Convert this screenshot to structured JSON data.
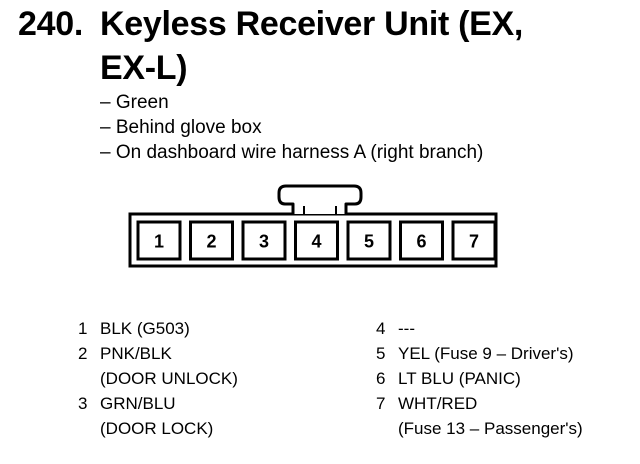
{
  "title": {
    "number": "240.",
    "text": "Keyless Receiver Unit (EX, EX-L)"
  },
  "notes": [
    "– Green",
    "– Behind glove box",
    "– On dashboard wire harness A (right branch)"
  ],
  "connector": {
    "pins": [
      "1",
      "2",
      "3",
      "4",
      "5",
      "6",
      "7"
    ]
  },
  "pin_assignments": {
    "left": [
      {
        "pin": "1",
        "wire": "BLK (G503)",
        "detail": ""
      },
      {
        "pin": "2",
        "wire": "PNK/BLK",
        "detail": "(DOOR UNLOCK)"
      },
      {
        "pin": "3",
        "wire": "GRN/BLU",
        "detail": "(DOOR LOCK)"
      }
    ],
    "right": [
      {
        "pin": "4",
        "wire": "---",
        "detail": ""
      },
      {
        "pin": "5",
        "wire": "YEL (Fuse 9 – Driver's)",
        "detail": ""
      },
      {
        "pin": "6",
        "wire": "LT BLU (PANIC)",
        "detail": ""
      },
      {
        "pin": "7",
        "wire": "WHT/RED",
        "detail": "(Fuse 13 – Passenger's)"
      }
    ]
  }
}
